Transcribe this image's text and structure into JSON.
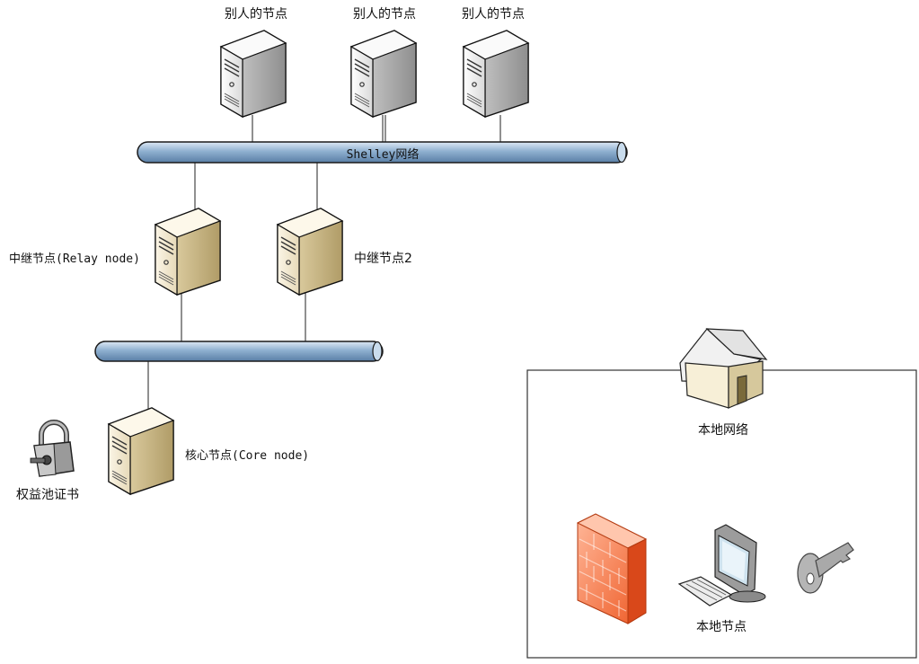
{
  "top_nodes": [
    {
      "label": "别人的节点"
    },
    {
      "label": "别人的节点"
    },
    {
      "label": "别人的节点"
    }
  ],
  "shelley_network": {
    "label": "Shelley网络"
  },
  "relay_nodes": [
    {
      "label": "中继节点(Relay node)"
    },
    {
      "label": "中继节点2"
    }
  ],
  "core_node": {
    "label": "核心节点(Core node)"
  },
  "pool_cert": {
    "label": "权益池证书",
    "icon": "padlock-key-icon"
  },
  "local_network": {
    "label": "本地网络",
    "icon": "house-icon",
    "node_label": "本地节点",
    "items": [
      "firewall-icon",
      "workstation-icon",
      "key-icon"
    ]
  }
}
